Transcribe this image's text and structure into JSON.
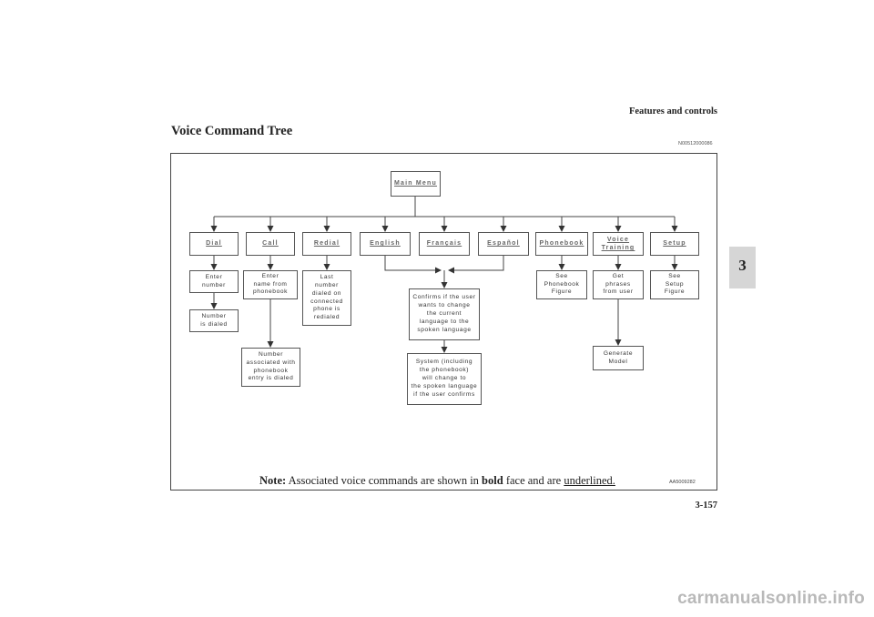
{
  "header": {
    "section": "Features and controls",
    "title": "Voice Command Tree",
    "code": "N00512000086"
  },
  "chapter_tab": {
    "number": "3"
  },
  "page_number": "3-157",
  "watermark": "carmanualsonline.info",
  "diagram": {
    "main_menu": "Main Menu",
    "commands": {
      "dial": "Dial",
      "call": "Call",
      "redial": "Redial",
      "english": "English",
      "francais": "Français",
      "espanol": "Español",
      "phonebook": "Phonebook",
      "voice_training": "Voice\nTraining",
      "setup": "Setup"
    },
    "results": {
      "enter_number": "Enter\nnumber",
      "number_dialed": "Number\nis dialed",
      "enter_name": "Enter\nname from\nphonebook",
      "number_assoc": "Number\nassociated with\nphonebook\nentry is dialed",
      "last_number": "Last\nnumber\ndialed on\nconnected\nphone is\nredialed",
      "confirm_change": "Confirms if the user\nwants to change\nthe current\nlanguage to the\nspoken language",
      "system_change": "System (including\nthe phonebook)\nwill change to\nthe spoken language\nif the user confirms",
      "see_phonebook": "See\nPhonebook\nFigure",
      "get_phrases": "Get\nphrases\nfrom user",
      "generate_model": "Generate\nModel",
      "see_setup": "See\nSetup\nFigure"
    },
    "note": {
      "label": "Note:",
      "text_before": "Associated voice commands are shown in",
      "bold_word": "bold",
      "text_middle": "face and are",
      "underlined_word": "underlined."
    },
    "figure_code": "AA5009282"
  }
}
